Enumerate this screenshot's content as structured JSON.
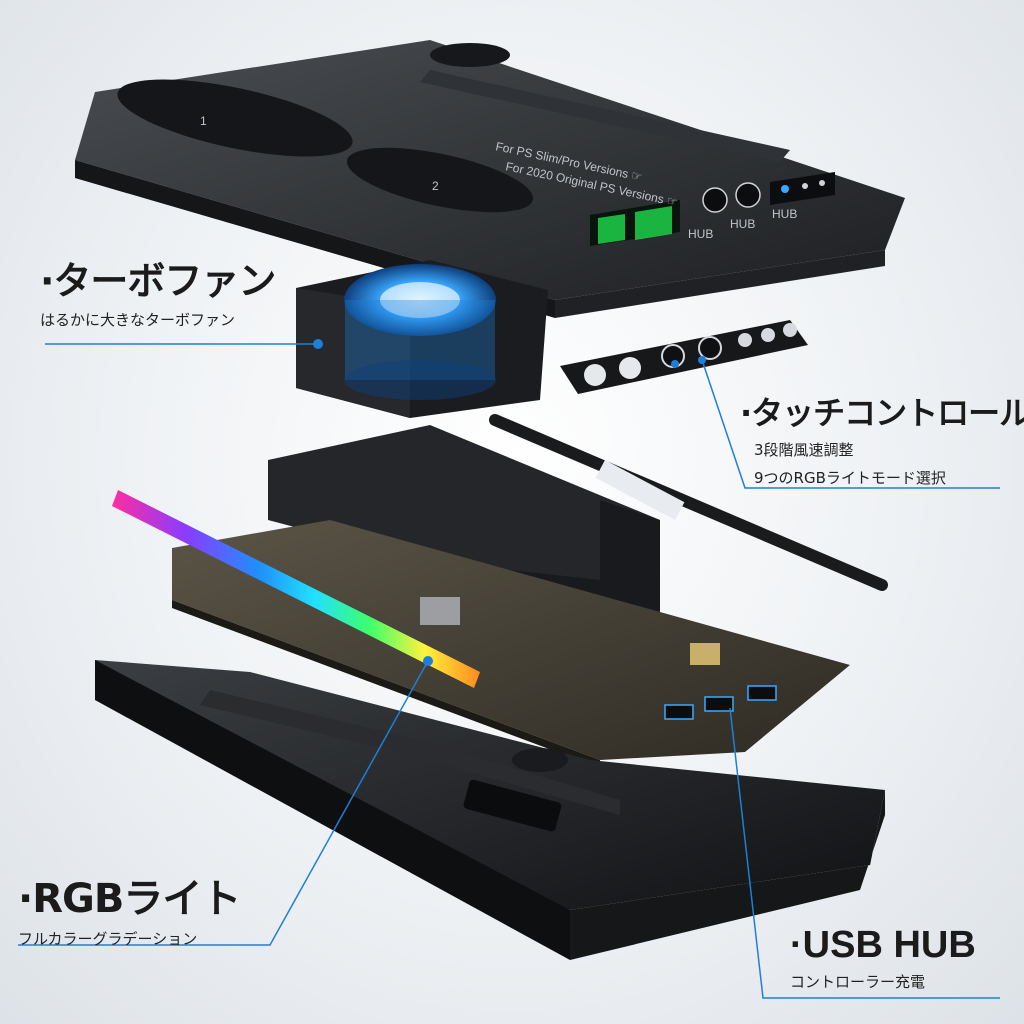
{
  "callouts": {
    "turbo_fan": {
      "title": "·ターボファン",
      "subtitle": "はるかに大きなターボファン"
    },
    "touch_control": {
      "title": "·タッチコントロール",
      "line1": "3段階風速調整",
      "line2": "9つのRGBライトモード選択"
    },
    "rgb_light": {
      "title": "·RGBライト",
      "subtitle": "フルカラーグラデーション"
    },
    "usb_hub": {
      "title": "·USB HUB",
      "subtitle": "コントローラー充電"
    }
  },
  "top_panel": {
    "hub_labels": [
      "HUB",
      "HUB",
      "HUB"
    ],
    "slot_numbers": [
      "1",
      "2"
    ],
    "print_lines": [
      "For PS Slim/Pro Versions ☞",
      "For 2020 Original PS Versions ☞"
    ]
  },
  "colors": {
    "accent_blue": "#1e7fd8",
    "fan_blue": "#3aa8ff",
    "chassis": "#2a2c2f"
  }
}
